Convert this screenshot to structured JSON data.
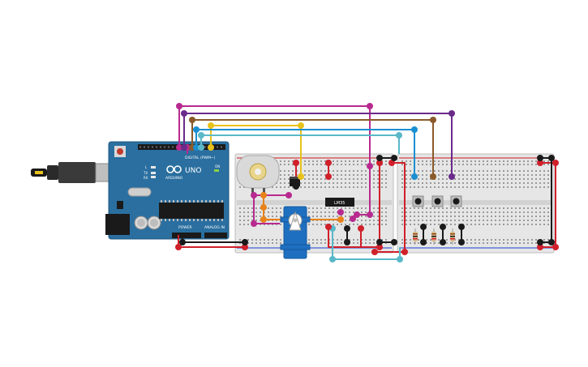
{
  "canvas": {
    "background": "#ffffff"
  },
  "arduino": {
    "board_label": "UNO",
    "brand_label": "ARDUINO",
    "digital_header_label": "DIGITAL (PWM~)",
    "power_label": "POWER",
    "analog_label": "ANALOG IN",
    "led_labels": [
      "L",
      "TX",
      "RX",
      "ON"
    ],
    "board_color": "#2a6fa0"
  },
  "sensor": {
    "label": "LM35"
  },
  "colors": {
    "magenta": "#b82a8f",
    "purple": "#6a2a8a",
    "brown": "#8a5a2a",
    "yellow": "#e8c21a",
    "blue": "#1a8fd0",
    "cyan": "#5ab8c8",
    "red": "#d0202a",
    "black": "#1a1a1a",
    "orange": "#e8821a",
    "breadboard": "#e6e6e6"
  },
  "components": [
    "arduino-uno",
    "breadboard-left",
    "breadboard-right",
    "dc-motor",
    "servo-motor",
    "lm35-temperature-sensor",
    "push-button-1",
    "push-button-2",
    "push-button-3",
    "resistor-1",
    "resistor-2",
    "resistor-3",
    "usb-cable",
    "power-jack"
  ]
}
